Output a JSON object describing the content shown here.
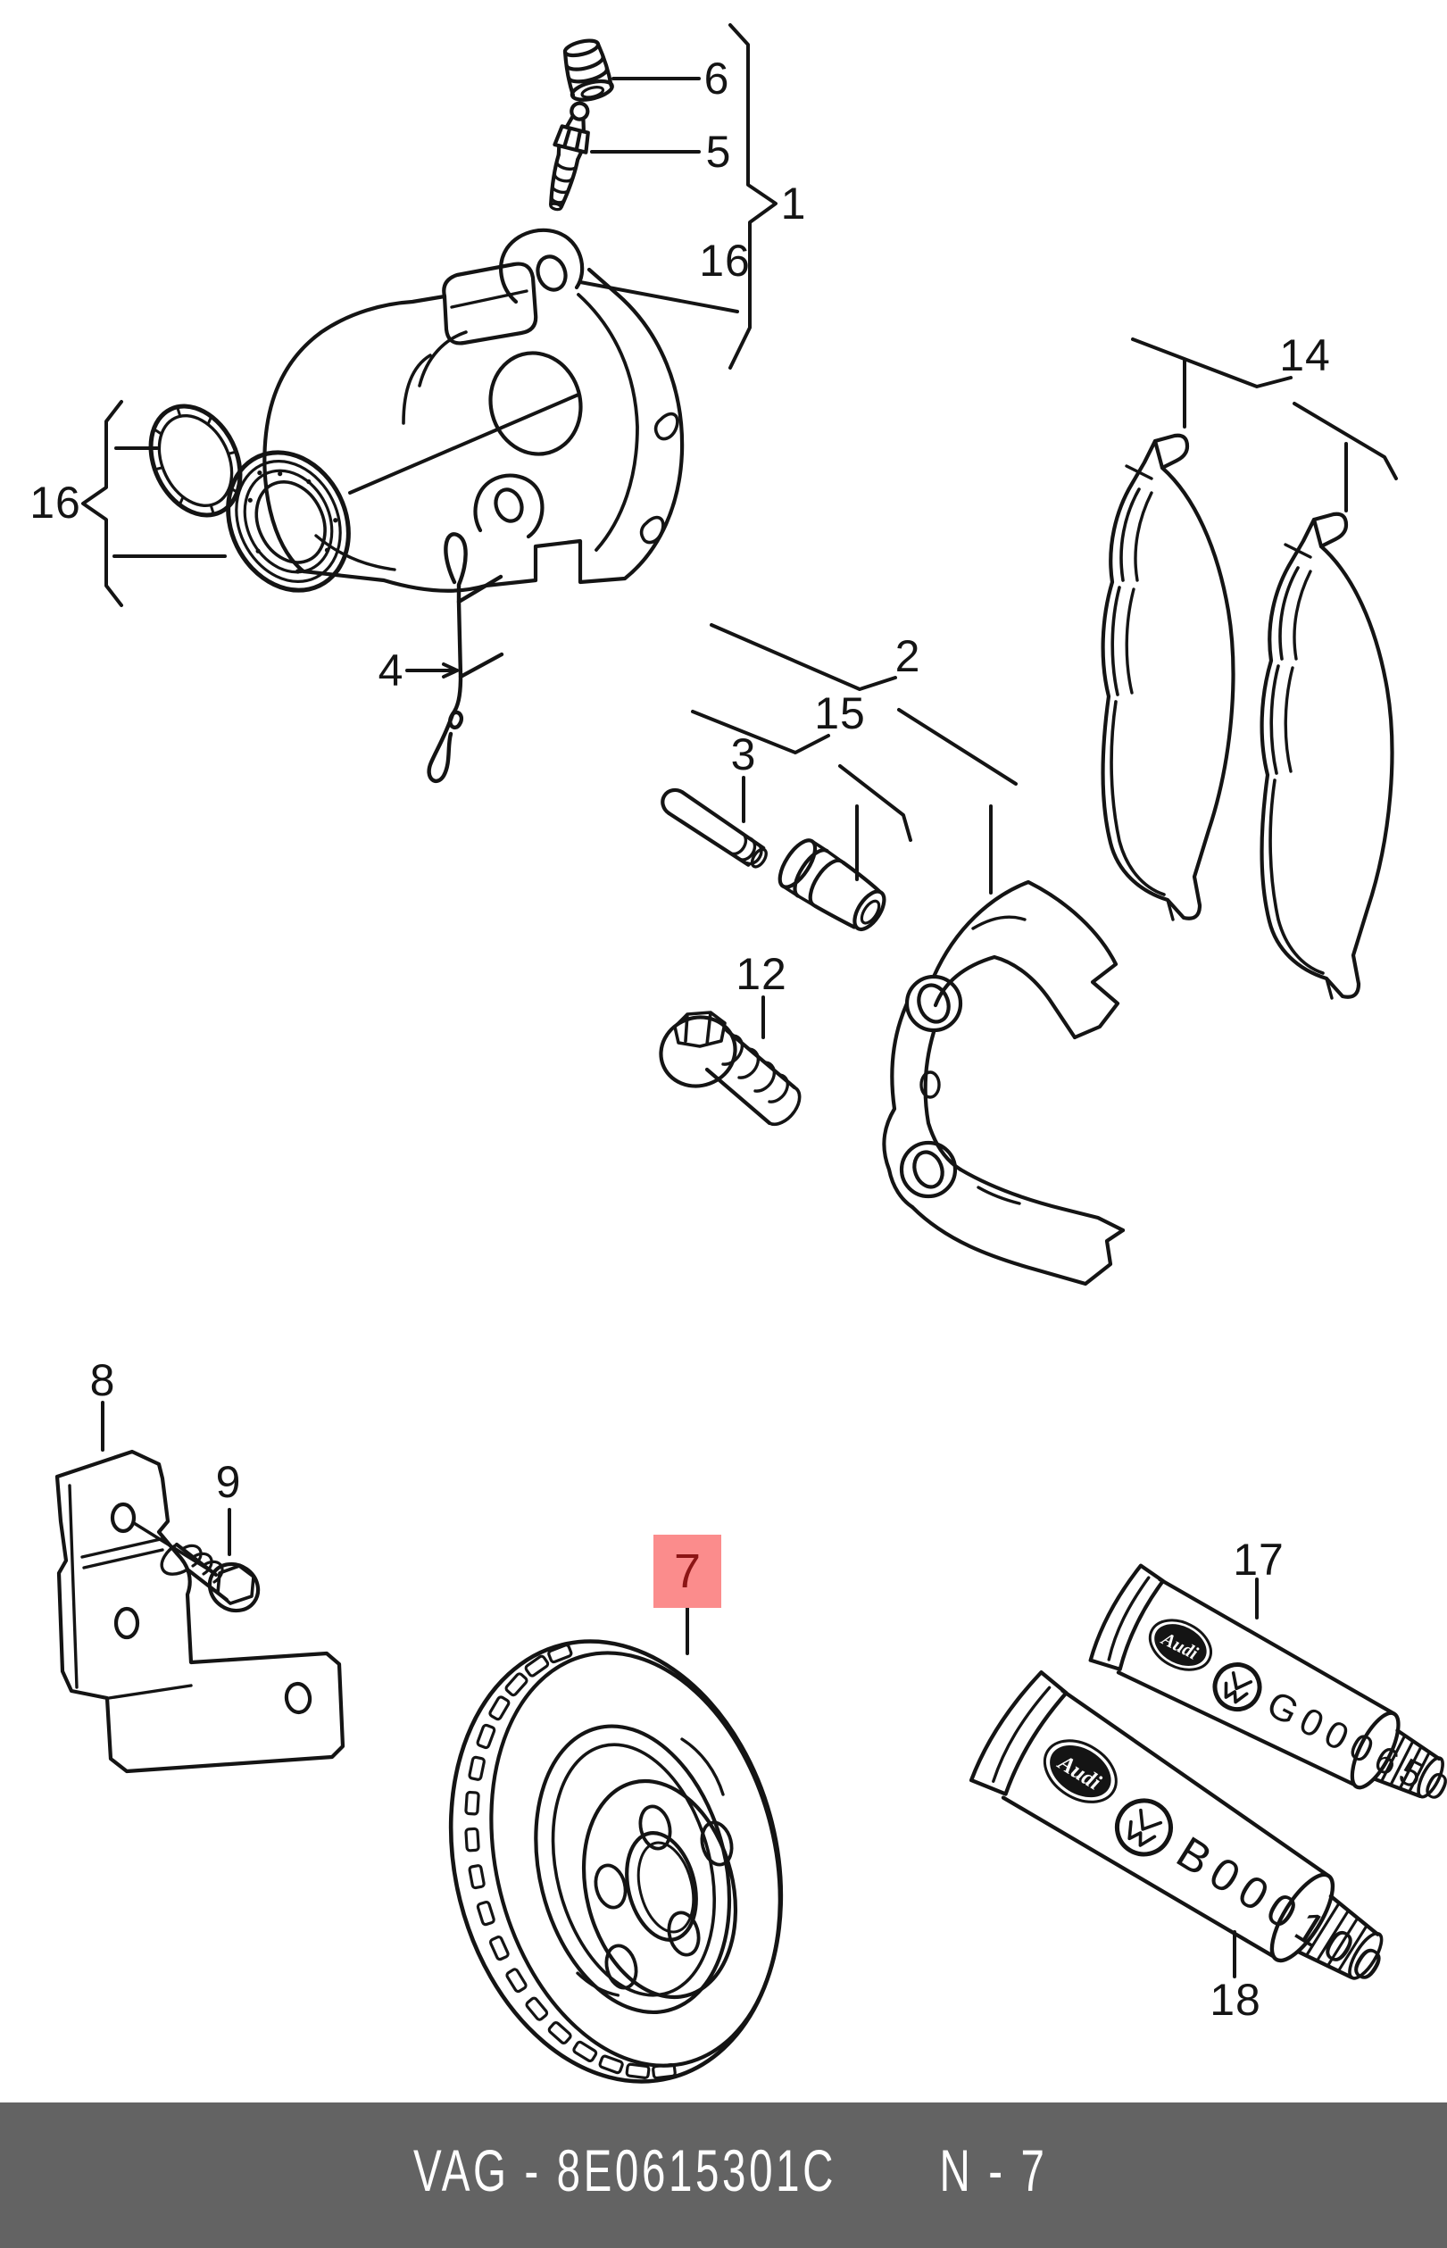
{
  "doc": {
    "background": "#ffffff",
    "ink_color": "#141414"
  },
  "footer": {
    "catalog_code": "VAG - 8E0615301C",
    "page_code": "N - 7",
    "bar_color": "#636363",
    "text_color": "#ffffff"
  },
  "highlight": {
    "label": "7",
    "box_color": "#fb8c8c",
    "digit_color": "#8c1515"
  },
  "callouts": [
    {
      "id": "6",
      "label": "6"
    },
    {
      "id": "5",
      "label": "5"
    },
    {
      "id": "1",
      "label": "1"
    },
    {
      "id": "16-top",
      "label": "16"
    },
    {
      "id": "16-left",
      "label": "16"
    },
    {
      "id": "4",
      "label": "4"
    },
    {
      "id": "2",
      "label": "2"
    },
    {
      "id": "15",
      "label": "15"
    },
    {
      "id": "3",
      "label": "3"
    },
    {
      "id": "12",
      "label": "12"
    },
    {
      "id": "14",
      "label": "14"
    },
    {
      "id": "8",
      "label": "8"
    },
    {
      "id": "9",
      "label": "9"
    },
    {
      "id": "17",
      "label": "17"
    },
    {
      "id": "18",
      "label": "18"
    }
  ],
  "tubes": [
    {
      "id": "17",
      "code": "G000650",
      "brand_oval": "Audi",
      "brand_round": "VW"
    },
    {
      "id": "18",
      "code": "B000100",
      "brand_oval": "Audi",
      "brand_round": "VW"
    }
  ]
}
